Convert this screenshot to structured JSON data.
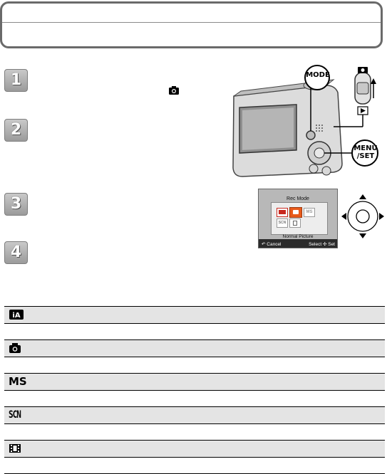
{
  "steps": [
    "1",
    "2",
    "3",
    "4"
  ],
  "camera": {
    "mode_button_label": "MODE",
    "menu_set_label_top": "MENU",
    "menu_set_label_bottom": "/SET"
  },
  "lcd": {
    "title": "Rec Mode",
    "selected_label": "Normal Picture",
    "cancel_label": "Cancel",
    "select_label": "Select",
    "set_label": "Set",
    "icons": [
      "iA",
      "camera",
      "MS",
      "SCN",
      "movie"
    ]
  },
  "mode_rows": [
    {
      "icon": "intelligent-auto-icon",
      "label": "",
      "description": ""
    },
    {
      "icon": "camera-icon",
      "label": "",
      "description": ""
    },
    {
      "icon": "ms-icon",
      "label": "MS",
      "description": ""
    },
    {
      "icon": "scn-icon",
      "label": "SCN",
      "description": ""
    },
    {
      "icon": "movie-icon",
      "label": "",
      "description": ""
    }
  ],
  "colors": {
    "row_header_bg": "#e4e4e4",
    "frame": "#6a6a6a",
    "accent_orange": "#e85a1a",
    "accent_red": "#c8281e"
  }
}
